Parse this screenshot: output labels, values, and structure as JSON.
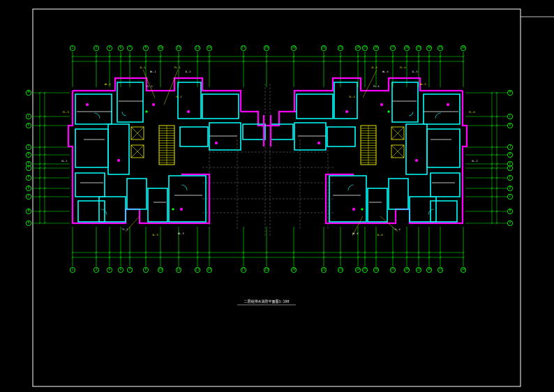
{
  "drawing": {
    "title": "二层给排水消防平面图1:100",
    "colors": {
      "background": "#000000",
      "frame": "#ffffff",
      "axis": "#00ff00",
      "wall_primary": "#ff00ff",
      "wall_secondary": "#00ffff",
      "stair": "#ffff00"
    },
    "axes_top": [
      "1",
      "3",
      "4",
      "6",
      "7",
      "8",
      "10",
      "11",
      "13",
      "14",
      "17",
      "19",
      "20",
      "21",
      "23",
      "24",
      "25",
      "26",
      "27",
      "28",
      "29",
      "30",
      "31",
      "34"
    ],
    "axes_bottom": [
      "1",
      "3",
      "4",
      "6",
      "7",
      "8",
      "10",
      "11",
      "13",
      "14",
      "17",
      "19",
      "20",
      "21",
      "23",
      "24",
      "25",
      "26",
      "27",
      "28",
      "29",
      "30",
      "31",
      "34"
    ],
    "axes_left": [
      "M",
      "L",
      "K",
      "J",
      "H",
      "G",
      "F",
      "E",
      "D",
      "C",
      "B",
      "A"
    ],
    "axes_right": [
      "M",
      "L",
      "K",
      "J",
      "H",
      "G",
      "F",
      "E",
      "D",
      "C",
      "B",
      "A"
    ],
    "pipe_labels_left": [
      "JL-1",
      "WL-1",
      "FL-1",
      "JL-2",
      "WL-2",
      "FL-2",
      "YL-1",
      "YL-2",
      "JL-3",
      "WL-3",
      "FL-3",
      "XL-1"
    ],
    "pipe_labels_right": [
      "JL-4",
      "WL-4",
      "FL-4",
      "JL-5",
      "WL-5",
      "FL-5",
      "YL-3",
      "YL-4",
      "JL-6",
      "WL-6",
      "FL-6",
      "XL-2"
    ]
  }
}
